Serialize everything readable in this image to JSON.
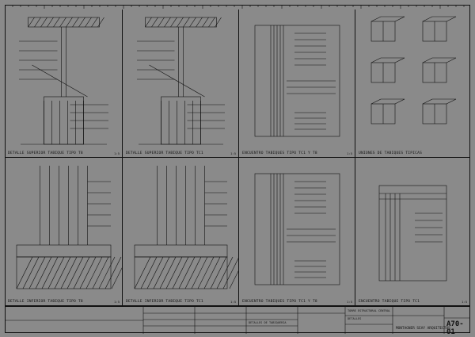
{
  "drawing": {
    "panels": [
      {
        "caption": "DETALLE SUPERIOR TABIQUE TIPO T8",
        "scale": "1:5"
      },
      {
        "caption": "DETALLE SUPERIOR TABIQUE TIPO TC1",
        "scale": "1:5"
      },
      {
        "caption": "ENCUENTRO TABIQUES TIPO TC1 Y T8",
        "scale": "1:5"
      },
      {
        "caption": "UNIONES DE TABIQUES TIPICAS",
        "scale": ""
      },
      {
        "caption": "DETALLE INFERIOR TABIQUE TIPO T8",
        "scale": "1:5"
      },
      {
        "caption": "DETALLE INFERIOR TABIQUE TIPO TC1",
        "scale": "1:5"
      },
      {
        "caption": "ENCUENTRO TABIQUES TIPO TC1 Y T8",
        "scale": "1:5"
      },
      {
        "caption": "ENCUENTRO TABIQUE TIPO TC1",
        "scale": "1:5"
      }
    ]
  },
  "title_block": {
    "project_line1": "TORRE ESTRUCTURAL CENTRAL",
    "project_line2": "DETALLES",
    "drawing_title": "DETALLES DE TABIQUERIA",
    "firm": "MONTAGNER SEAY ARQUITECTOS",
    "sheet_number": "A70-01"
  }
}
